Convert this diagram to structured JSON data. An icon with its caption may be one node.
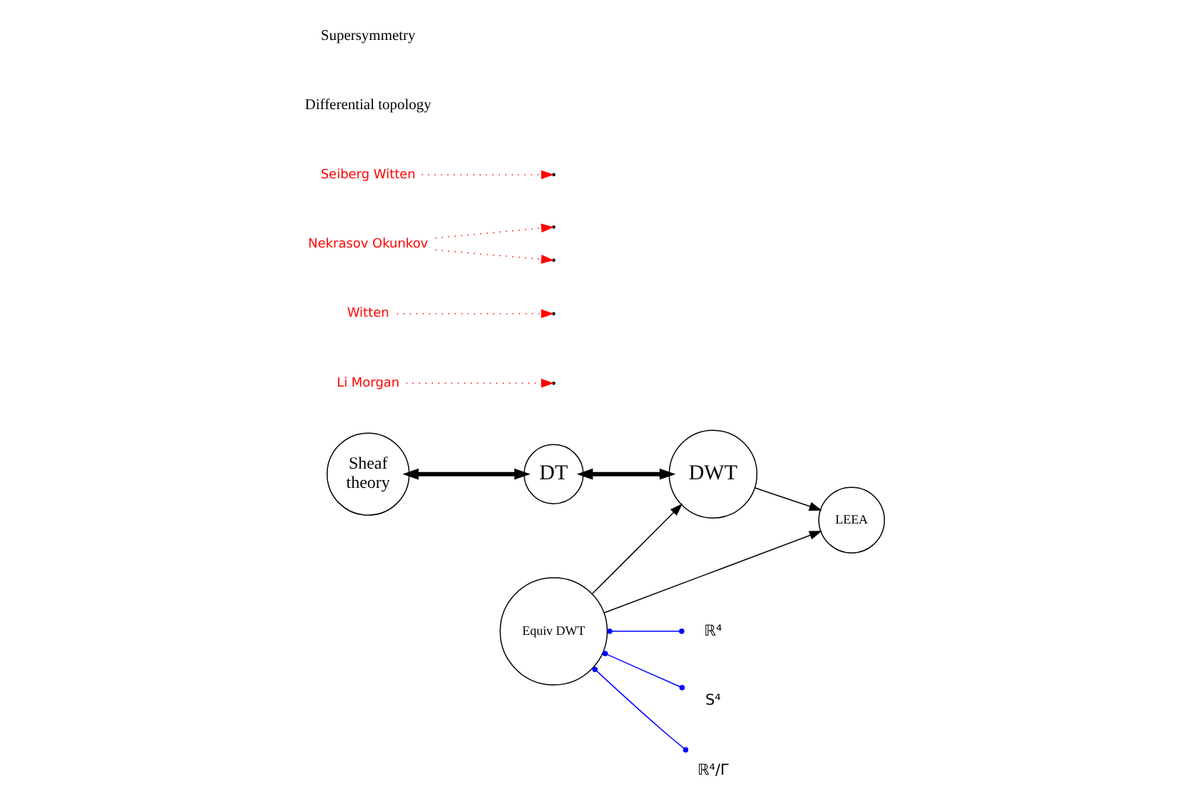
{
  "diagram": {
    "nodes": [
      {
        "text": [
          "Sheaf",
          "theory"
        ]
      },
      {
        "text": [
          "DT"
        ]
      },
      {
        "text": [
          "DWT"
        ]
      },
      {
        "text": [
          "Equiv DWT"
        ]
      },
      {
        "text": [
          "LEEA"
        ]
      },
      {
        "text": [
          "ℝ⁴"
        ]
      },
      {
        "text": [
          "S⁴"
        ]
      },
      {
        "text": [
          "ℝ⁴/Γ"
        ]
      },
      {
        "text": [
          "Li Morgan"
        ]
      },
      {
        "text": [
          "Witten"
        ]
      },
      {
        "text": [
          "Nekrasov Okunkov"
        ]
      },
      {
        "text": [
          "Seiberg Witten"
        ]
      }
    ],
    "edges": [
      {
        "from": 0,
        "to": 1,
        "arrow": "both",
        "style": "thick"
      },
      {
        "from": 1,
        "to": 2,
        "arrow": "both",
        "style": "thick"
      },
      {
        "from": 3,
        "to": 2,
        "arrow": "to"
      },
      {
        "from": 3,
        "to": 4,
        "arrow": "to"
      },
      {
        "from": 2,
        "to": 4,
        "arrow": "to"
      },
      {
        "from": 3,
        "to": 5,
        "arrow": "other",
        "color": "#0000ff"
      },
      {
        "from": 3,
        "to": 6,
        "arrow": "other",
        "color": "#0000ff"
      },
      {
        "from": 3,
        "to": 7,
        "arrow": "other",
        "color": "#0000ff"
      },
      {
        "from": 8,
        "to": null,
        "arrow": "to",
        "style": "dashed",
        "color": "#ff0000"
      },
      {
        "from": 9,
        "to": null,
        "arrow": "to",
        "style": "dashed",
        "color": "#ff0000"
      },
      {
        "from": 10,
        "to": null,
        "arrow": "to",
        "style": "dashed",
        "color": "#ff0000"
      },
      {
        "from": 10,
        "to": null,
        "arrow": "to",
        "style": "dashed",
        "color": "#ff0000"
      },
      {
        "from": 11,
        "to": null,
        "arrow": "to",
        "style": "dashed",
        "color": "#ff0000"
      }
    ],
    "labels": [
      "Differential topology",
      "Supersymmetry"
    ]
  }
}
